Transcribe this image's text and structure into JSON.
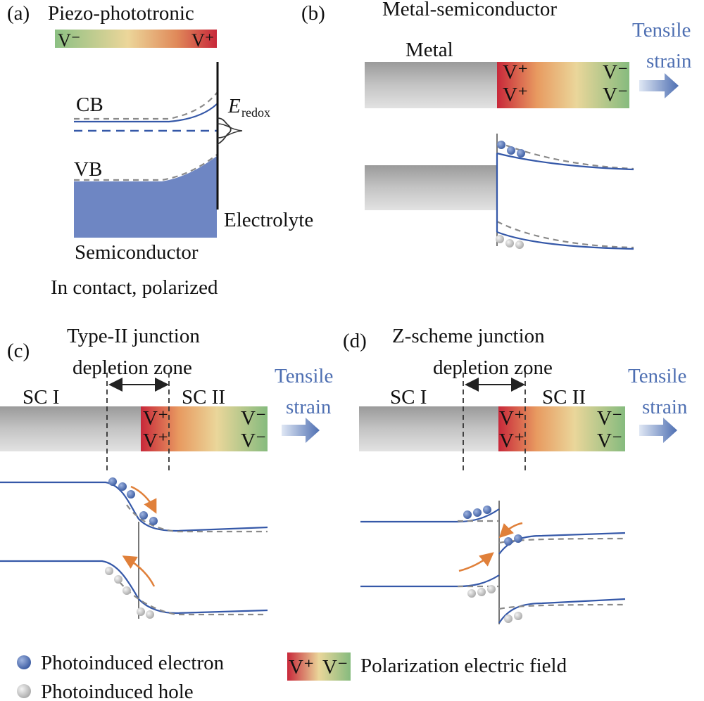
{
  "panels": {
    "a": {
      "tag": "(a)",
      "title": "Piezo-phototronic",
      "bar_minus": "V⁻",
      "bar_plus": "V⁺",
      "cb": "CB",
      "vb": "VB",
      "e_main": "E",
      "e_sub": "redox",
      "electrolyte": "Electrolyte",
      "semiconductor": "Semiconductor",
      "caption": "In contact, polarized"
    },
    "b": {
      "tag": "(b)",
      "title": "Metal-semiconductor",
      "metal": "Metal",
      "vplus": "V⁺",
      "vminus": "V⁻",
      "strain_line1": "Tensile",
      "strain_line2": "strain"
    },
    "c": {
      "tag": "(c)",
      "title_line1": "Type-II junction",
      "title_line2": "depletion zone",
      "sc1": "SC I",
      "sc2": "SC II",
      "vplus": "V⁺",
      "vminus": "V⁻",
      "strain_line1": "Tensile",
      "strain_line2": "strain"
    },
    "d": {
      "tag": "(d)",
      "title_line1": "Z-scheme junction",
      "title_line2": "depletion zone",
      "sc1": "SC I",
      "sc2": "SC II",
      "vplus": "V⁺",
      "vminus": "V⁻",
      "strain_line1": "Tensile",
      "strain_line2": "strain"
    }
  },
  "legend": {
    "electron": "Photoinduced electron",
    "hole": "Photoinduced hole",
    "field_plus": "V⁺",
    "field_minus": "V⁻",
    "field": "Polarization electric field"
  },
  "colors": {
    "band": "#3558a8",
    "accent_text": "#4e6fb2",
    "electron": "#4e6fb2",
    "hole": "#c9c9c9",
    "arrow": "#e0803a",
    "field_red": "#c8283a",
    "field_yellow": "#ead49a",
    "field_green": "#7fb77e"
  }
}
